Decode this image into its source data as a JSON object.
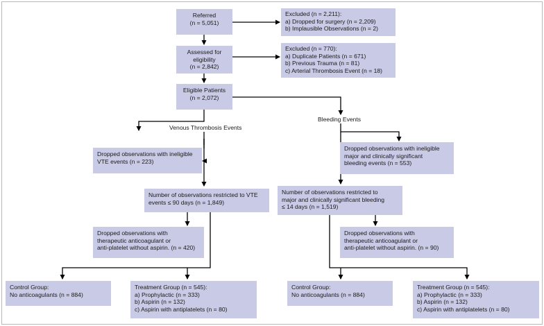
{
  "referred": {
    "title": "Referred",
    "count": "(n = 5,051)"
  },
  "excluded1": {
    "lines": [
      "Excluded (n = 2,211):",
      "a) Dropped for surgery (n = 2,209)",
      "b) Implausible Observations (n = 2)"
    ]
  },
  "assessed": {
    "lines": [
      "Assessed for",
      "eligibility",
      "(n = 2,842)"
    ]
  },
  "excluded2": {
    "lines": [
      "Excluded (n = 770):",
      "a) Duplicate Patients (n = 671)",
      "b) Previous Trauma (n = 81)",
      "c) Arterial Thrombosis Event (n = 18)"
    ]
  },
  "eligible": {
    "title": "Eligible Patients",
    "count": "(n = 2,072)"
  },
  "vte_label": "Venous Thrombosis Events",
  "bleed_label": "Bleeding Events",
  "vte_dropped": {
    "lines": [
      "Dropped observations with ineligible",
      "VTE events (n = 223)"
    ]
  },
  "bleed_dropped": {
    "lines": [
      "Dropped observations with ineligible",
      "major and clinically significant",
      "bleeding events (n = 553)"
    ]
  },
  "vte_restricted": {
    "lines": [
      "Number of observations restricted to VTE",
      "events ≤ 90 days (n = 1,849)"
    ]
  },
  "bleed_restricted": {
    "lines": [
      "Number of observations restricted to",
      "major and clinically significant bleeding",
      "≤ 14 days (n = 1,519)"
    ]
  },
  "vte_anticoag": {
    "lines": [
      "Dropped observations with",
      "therapeutic anticoagulant or",
      "anti-platelet without aspirin. (n = 420)"
    ]
  },
  "bleed_anticoag": {
    "lines": [
      "Dropped observations with",
      "therapeutic anticoagulant or",
      "anti-platelet without aspirin. (n = 90)"
    ]
  },
  "vte_control": {
    "lines": [
      "Control Group:",
      "No anticoagulants (n = 884)"
    ]
  },
  "vte_treatment": {
    "lines": [
      "Treatment Group (n = 545):",
      "a) Prophylactic (n = 333)",
      "b) Aspirin (n = 132)",
      "c) Aspirin with antiplatelets (n = 80)"
    ]
  },
  "bleed_control": {
    "lines": [
      "Control Group:",
      "No anticoagulants (n = 884)"
    ]
  },
  "bleed_treatment": {
    "lines": [
      "Treatment Group (n = 545):",
      "a) Prophylactic (n = 333)",
      "b) Aspirin (n = 132)",
      "c) Aspirin with antiplatelets (n = 80)"
    ]
  },
  "colors": {
    "box_fill": "#c9cbe6",
    "line": "#000000",
    "frame": "#b8b8b8"
  }
}
